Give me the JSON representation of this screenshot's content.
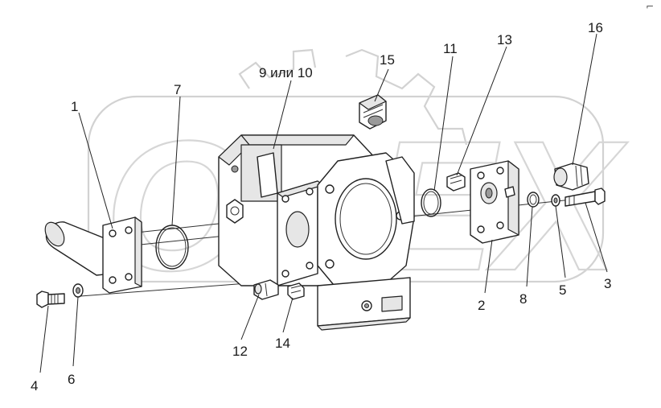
{
  "callouts": {
    "c1": "1",
    "c2": "2",
    "c3": "3",
    "c4": "4",
    "c5": "5",
    "c6": "6",
    "c7": "7",
    "c8": "8",
    "c9_10": "9 или 10",
    "c11": "11",
    "c12": "12",
    "c13": "13",
    "c14": "14",
    "c15": "15",
    "c16": "16"
  },
  "watermark": {
    "text": "OPEX"
  },
  "corner_mark": "⌐"
}
